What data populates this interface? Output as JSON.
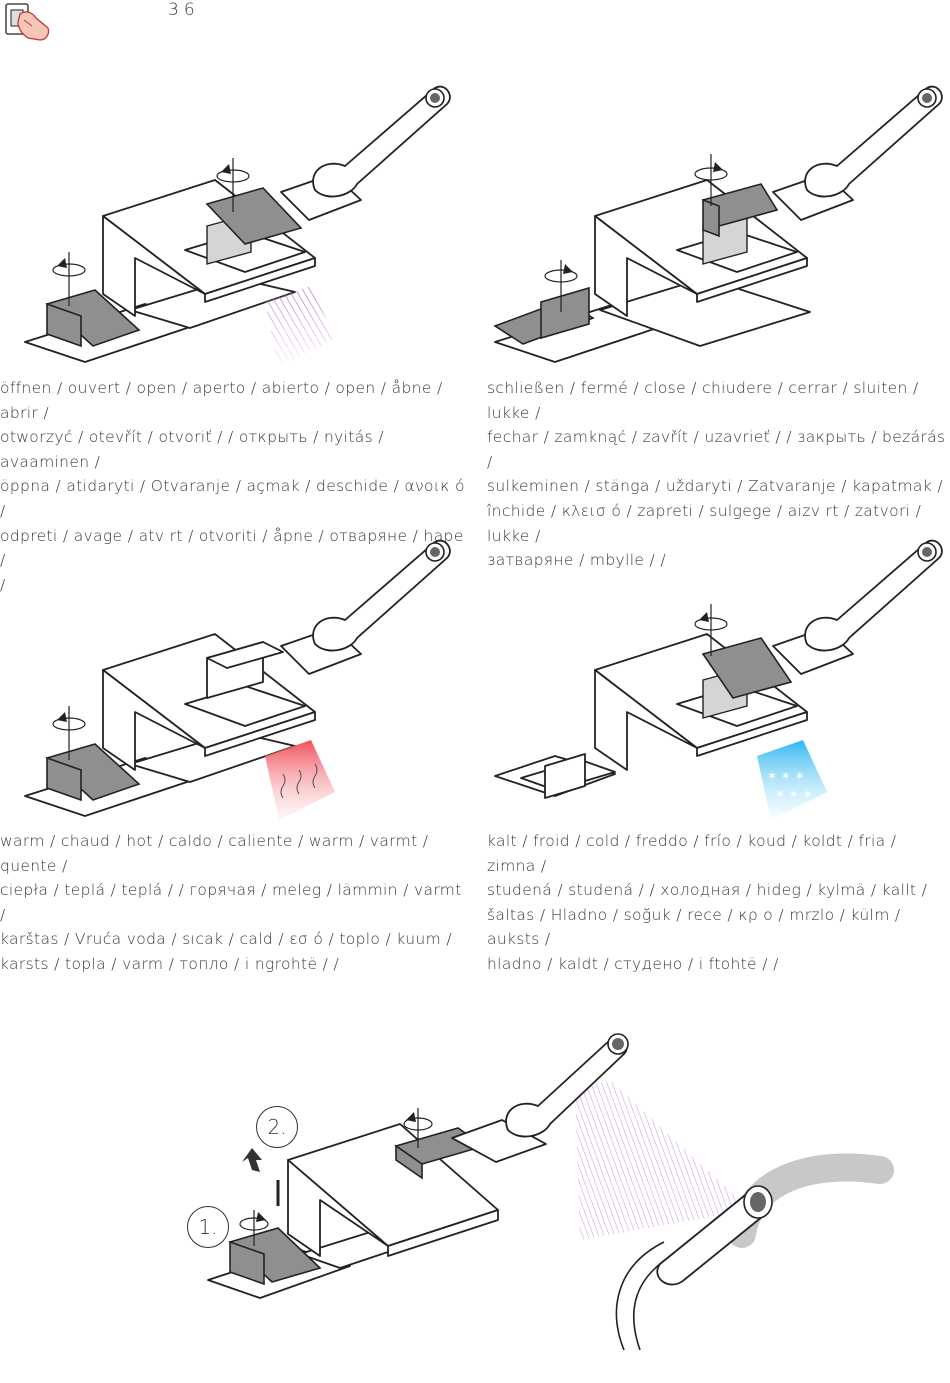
{
  "header": {
    "page_number": "36",
    "hand_icon": "hand-pressing-button-icon"
  },
  "captions": {
    "open": "öffnen / ouvert / open / aperto / abierto / open / åbne / abrir /\notworzyć / otevřít / otvoriť /      / открыть / nyitás / avaaminen /\nöppna / atidaryti / Otvaranje / açmak / deschide / ανοικ ό /\nodpreti / avage / atv   rt / otvoriti / åpne / отваряне / hape /\n   /",
    "close": "schließen / fermé / close / chiudere / cerrar / sluiten / lukke /\nfechar / zamknąć / zavřít / uzavrieť /      / закрыть / bezárás /\nsulkeminen / stänga / uždaryti / Zatvaranje / kapatmak /\nînchide / κλεισ ό / zapreti / sulgege / aizv   rt / zatvori / lukke /\nзатваряне / mbylle /          /",
    "warm": "warm / chaud / hot / caldo / caliente / warm / varmt / quente /\nciepła / teplá / teplá /      / горячая / meleg / lämmin / varmt /\nkarštas / Vruća voda / sıcak / cald /   εσ ό / toplo / kuum /\nkarsts / topla / varm / топло / i ngrohtë /          /",
    "cold": "kalt / froid / cold / freddo / frío / koud / koldt / fria / zimna /\nstudená / studená /      / холодная / hideg / kylmä / kallt /\nšaltas / Hladno / soğuk / rece / κρ   ο / mrzlo / külm / auksts /\nhladno / kaldt / студено / i ftohtë /      /"
  },
  "steps": {
    "step1": "1.",
    "step2": "2."
  },
  "colors": {
    "open_light": "#b05fd0",
    "warm_light": "#f0505a",
    "cold_light": "#2fb6f0",
    "handle_grey": "#8f8f8f",
    "hose_grey": "#c8c8c8"
  },
  "icons": [
    "rotate-arrow-icon",
    "lift-arrow-icon",
    "hand-pressing-button-icon"
  ]
}
